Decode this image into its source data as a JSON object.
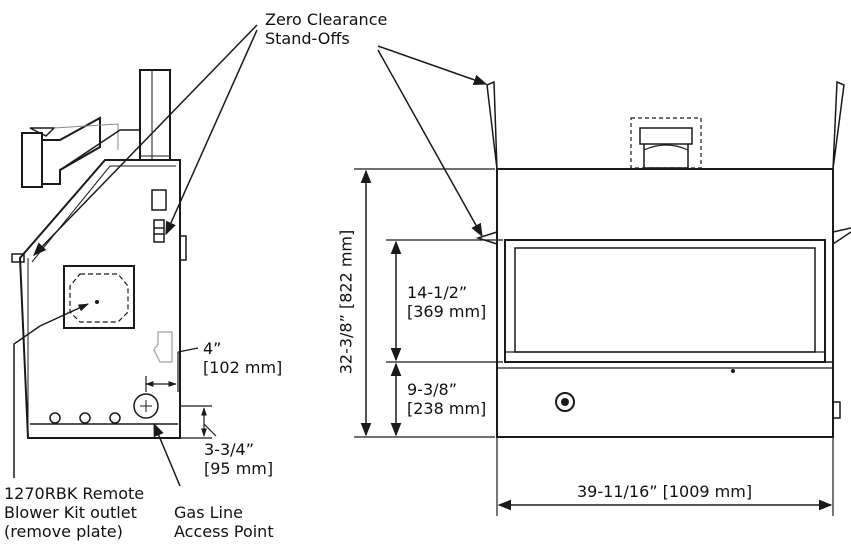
{
  "callouts": {
    "standoffs": [
      "Zero Clearance",
      "Stand-Offs"
    ],
    "blower_kit": [
      "1270RBK Remote",
      "Blower Kit outlet",
      "(remove plate)"
    ],
    "gas_line": [
      "Gas Line",
      "Access Point"
    ]
  },
  "dimensions": {
    "side_offset_4": [
      "4”",
      "[102 mm]"
    ],
    "side_height_3_3_4": [
      "3-3/4”",
      "[95 mm]"
    ],
    "front_total_height": "32-3/8” [822 mm]",
    "front_opening_height": [
      "14-1/2”",
      "[369 mm]"
    ],
    "front_lower_height": [
      "9-3/8”",
      "[238 mm]"
    ],
    "front_width": "39-11/16” [1009 mm]"
  },
  "colors": {
    "line": "#1a1a1a",
    "light_line": "#9a9a9a",
    "text": "#111111"
  }
}
